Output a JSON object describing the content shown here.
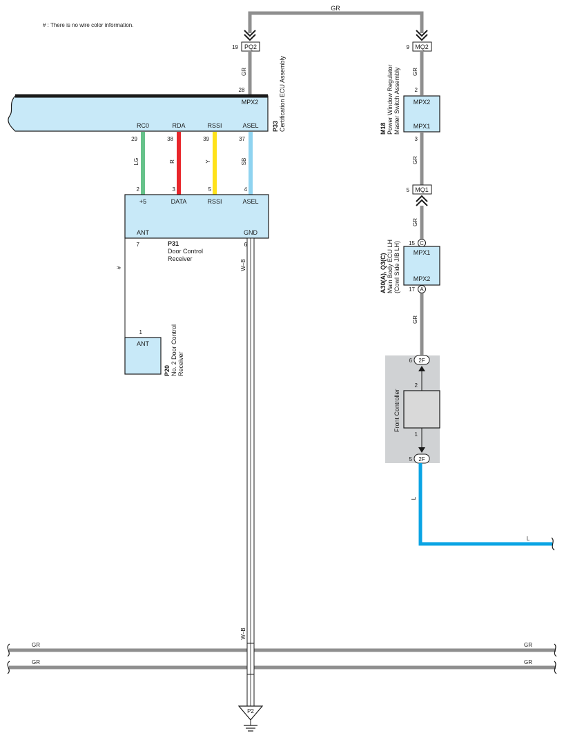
{
  "note": "# : There is no wire color information.",
  "colors": {
    "GR": "#8f8f8f",
    "LG": "#66c28a",
    "R": "#e8262b",
    "Y": "#ffe21a",
    "SB": "#8fd3f0",
    "L": "#0aa4e4",
    "component_fill": "#c8e9f8",
    "controller_bg": "#d0d2d4"
  },
  "top_wire": {
    "color": "GR"
  },
  "connectors": {
    "pq2": {
      "code": "PQ2",
      "pin": "19"
    },
    "mq2": {
      "code": "MQ2",
      "pin": "9"
    },
    "mq1": {
      "code": "MQ1",
      "pin": "5"
    },
    "p2": {
      "code": "P2"
    },
    "j2f_top": {
      "code": "2F",
      "pin": "6"
    },
    "j2f_bottom": {
      "code": "2F",
      "pin": "5"
    }
  },
  "p33": {
    "code": "P33",
    "name": "Certification ECU Assembly",
    "mpx2_label": "MPX2",
    "mpx2_pin": "28",
    "wire_top_color": "GR",
    "pins": [
      {
        "label": "RC0",
        "pin": "29",
        "wire": "LG"
      },
      {
        "label": "RDA",
        "pin": "38",
        "wire": "R"
      },
      {
        "label": "RSSI",
        "pin": "39",
        "wire": "Y"
      },
      {
        "label": "ASEL",
        "pin": "37",
        "wire": "SB"
      }
    ]
  },
  "p31": {
    "code": "P31",
    "name_line1": "Door Control",
    "name_line2": "Receiver",
    "pins": [
      {
        "label": "+5",
        "pin": "2"
      },
      {
        "label": "DATA",
        "pin": "3"
      },
      {
        "label": "RSSI",
        "pin": "5"
      },
      {
        "label": "ASEL",
        "pin": "4"
      }
    ],
    "ant_label": "ANT",
    "ant_pin": "7",
    "ant_wire": "#",
    "gnd_label": "GND",
    "gnd_pin": "6",
    "gnd_wire": "W–B"
  },
  "p20": {
    "code": "P20",
    "name_line1": "No. 2 Door Control",
    "name_line2": "Receiver",
    "label": "ANT",
    "pin": "1"
  },
  "m18": {
    "code": "M18",
    "name_line1": "Power Window Regulator",
    "name_line2": "Master Switch Assembly",
    "top_label": "MPX2",
    "top_pin": "2",
    "bottom_label": "MPX1",
    "bottom_pin": "3",
    "wire_above": "GR",
    "wire_below": "GR"
  },
  "a30": {
    "code": "A30(A), Q3(C)",
    "name_line1": "Main Body ECU LH",
    "name_line2": "(Cowl Side J/B LH)",
    "top_label": "MPX1",
    "top_pin": "15",
    "top_tag": "C",
    "bottom_label": "MPX2",
    "bottom_pin": "17",
    "bottom_tag": "A",
    "wire_above": "GR",
    "wire_below": "GR"
  },
  "front_controller": {
    "name": "Front Controller",
    "pin_top": "2",
    "pin_bottom": "1"
  },
  "l_wire": {
    "vertical_label": "L",
    "horizontal_label": "L"
  },
  "bus_lines": [
    {
      "left_label": "GR",
      "right_label": "GR"
    },
    {
      "left_label": "GR",
      "right_label": "GR"
    }
  ],
  "ground_wire": {
    "label": "W–B"
  }
}
